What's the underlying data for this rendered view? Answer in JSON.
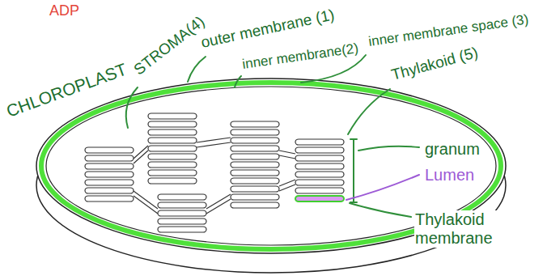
{
  "diagram": {
    "labels": [
      "ADP",
      "CHLOROPLAST",
      "STROMA(4)",
      "outer membrane (1)",
      "inner membrane(2)",
      "inner membrane space (3)",
      "Thylakoid (5)",
      "granum",
      "Lumen",
      "Thylakoid membrane"
    ]
  }
}
